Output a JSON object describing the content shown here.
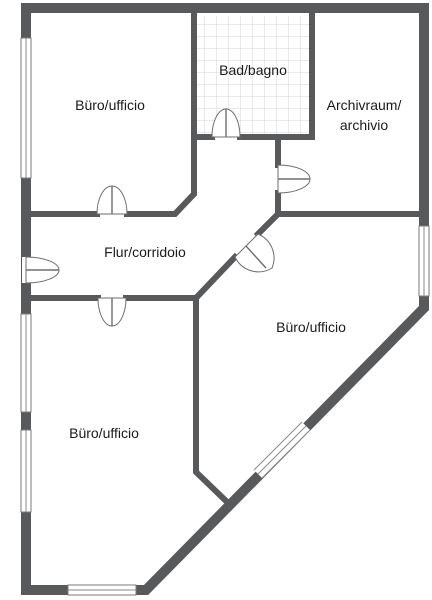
{
  "rooms": {
    "office_top_left": "Büro/ufficio",
    "bathroom": "Bad/bagno",
    "archive_line1": "Archivraum/",
    "archive_line2": "archivio",
    "corridor": "Flur/corridoio",
    "office_right": "Büro/ufficio",
    "office_bottom_left": "Büro/ufficio"
  },
  "colors": {
    "wall": "#58595b",
    "tile_grid": "#d6d6d6",
    "background": "#ffffff"
  }
}
